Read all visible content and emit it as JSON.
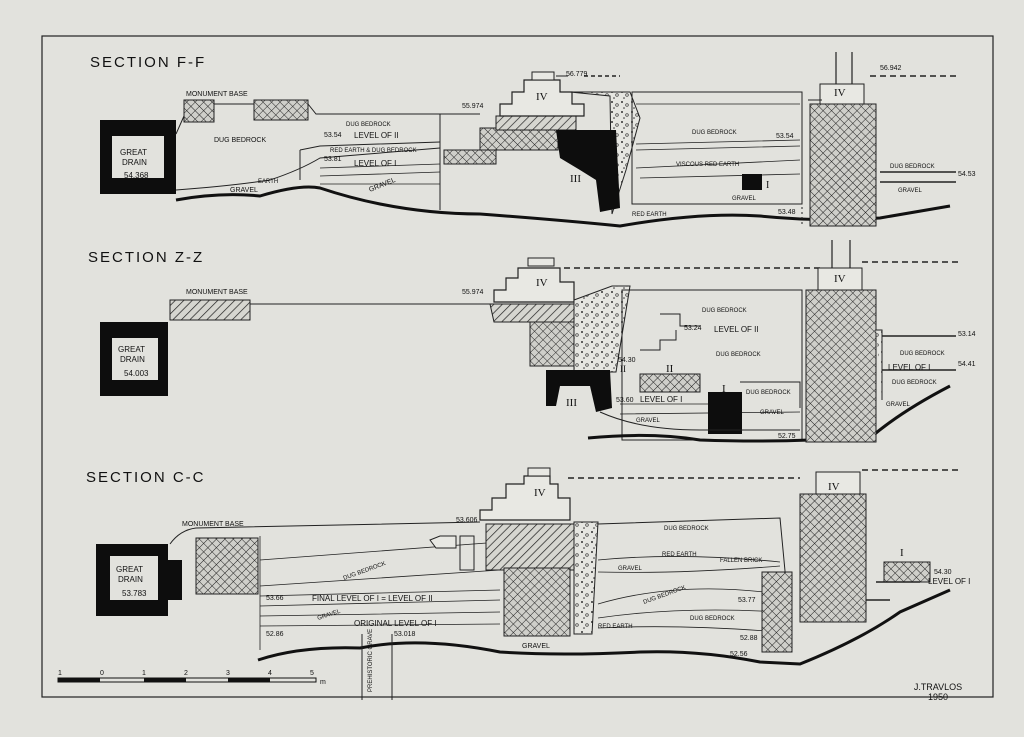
{
  "sheet": {
    "author": "J.TRAVLOS",
    "year": "1950",
    "scale_labels": [
      "1",
      "0",
      "1",
      "2",
      "3",
      "4",
      "5"
    ],
    "scale_unit": "m"
  },
  "section_ff": {
    "title": "SECTION F-F",
    "monument_base": "MONUMENT BASE",
    "great_drain_1": "GREAT",
    "great_drain_2": "DRAIN",
    "drain_elev": "54.368",
    "dug_bedrock_left": "DUG BEDROCK",
    "dug_bedrock_top": "DUG BEDROCK",
    "elev_5354": "53.54",
    "level_ii": "LEVEL OF II",
    "red_earth_dug": "RED EARTH & DUG BEDROCK",
    "elev_5481": "53.81",
    "level_i": "LEVEL OF I",
    "earth": "EARTH",
    "gravel_left": "GRAVEL",
    "gravel_mid": "GRAVEL",
    "elev_5597": "55.974",
    "elev_5677": "56.779",
    "roman_iv_mid": "IV",
    "roman_iii": "III",
    "dug_bedrock_right": "DUG BEDROCK",
    "elev_5354b": "53.54",
    "viscous": "VISCOUS RED EARTH",
    "roman_i": "I",
    "gravel_right": "GRAVEL",
    "red_earth": "RED EARTH",
    "elev_5348": "53.48",
    "roman_iv_right": "IV",
    "elev_5694": "56.942",
    "dug_bedrock_far": "DUG BEDROCK",
    "gravel_far": "GRAVEL",
    "elev_5453": "54.53"
  },
  "section_zz": {
    "title": "SECTION Z-Z",
    "monument_base": "MONUMENT BASE",
    "elev_5597": "55.974",
    "great_drain_1": "GREAT",
    "great_drain_2": "DRAIN",
    "drain_elev": "54.003",
    "roman_iv_mid": "IV",
    "dug_bedrock_top": "DUG BEDROCK",
    "elev_5324": "53.24",
    "level_ii": "LEVEL OF II",
    "elev_5430": "54.30",
    "roman_ii_a": "II",
    "roman_ii_b": "II",
    "dug_bedrock_mid": "DUG BEDROCK",
    "roman_iii": "III",
    "elev_5360": "53.60",
    "level_i": "LEVEL OF I",
    "roman_i": "I",
    "dug_bedrock_low": "DUG BEDROCK",
    "gravel_left": "GRAVEL",
    "gravel_right": "GRAVEL",
    "elev_5275": "52.75",
    "roman_iv_right": "IV",
    "elev_5314": "53.14",
    "dug_bedrock_r1": "DUG BEDROCK",
    "elev_5441": "54.41",
    "level_i_right": "LEVEL OF I",
    "dug_bedrock_r2": "DUG BEDROCK",
    "gravel_far": "GRAVEL"
  },
  "section_cc": {
    "title": "SECTION C-C",
    "monument_base": "MONUMENT BASE",
    "great_drain_1": "GREAT",
    "great_drain_2": "DRAIN",
    "drain_elev": "53.783",
    "elev_5360": "53.606",
    "dug_bedrock_left": "DUG BEDROCK",
    "gravel_left": "GRAVEL",
    "elev_5366": "53.66",
    "final_level": "FINAL LEVEL OF I = LEVEL OF II",
    "original_level": "ORIGINAL LEVEL OF I",
    "elev_5286": "52.86",
    "elev_5301": "53.018",
    "prehistoric_grave": "PREHISTORIC GRAVE",
    "roman_iv_mid": "IV",
    "gravel_bottom": "GRAVEL",
    "dug_bedrock_top": "DUG BEDROCK",
    "red_earth_1": "RED EARTH",
    "fallen_brick": "FALLEN BRICK",
    "gravel_mid": "GRAVEL",
    "dug_bedrock_mid": "DUG BEDROCK",
    "elev_5377": "53.77",
    "dug_bedrock_low": "DUG BEDROCK",
    "red_earth_2": "RED EARTH",
    "elev_5288": "52.88",
    "elev_5256": "52.56",
    "roman_iv_right": "IV",
    "roman_i": "I",
    "elev_5430": "54.30",
    "level_i": "LEVEL OF I"
  }
}
